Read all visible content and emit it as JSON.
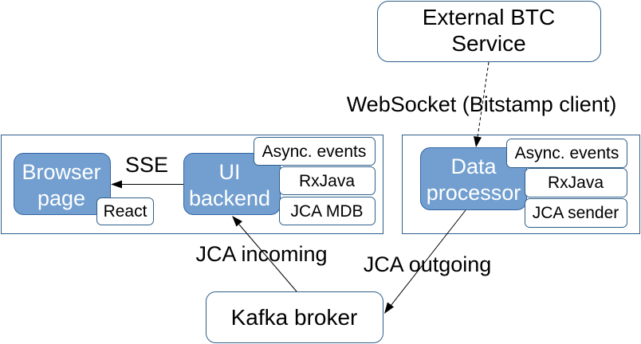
{
  "nodes": {
    "external_service": [
      "External BTC",
      "Service"
    ],
    "kafka_broker": "Kafka broker"
  },
  "components": {
    "browser_page": [
      "Browser",
      "page"
    ],
    "ui_backend": [
      "UI",
      "backend"
    ],
    "data_processor": [
      "Data",
      "processor"
    ]
  },
  "tags": {
    "react": "React",
    "ui_async_events": "Async. events",
    "ui_rxjava": "RxJava",
    "ui_jca_mdb": "JCA MDB",
    "dp_async_events": "Async. events",
    "dp_rxjava": "RxJava",
    "dp_jca_sender": "JCA sender"
  },
  "edges": {
    "sse": "SSE",
    "websocket": "WebSocket (Bitstamp client)",
    "jca_incoming": "JCA incoming",
    "jca_outgoing": "JCA outgoing"
  },
  "colors": {
    "component_fill": "#729fcf",
    "component_stroke": "#3465a4",
    "border": "#2e5f8a"
  }
}
